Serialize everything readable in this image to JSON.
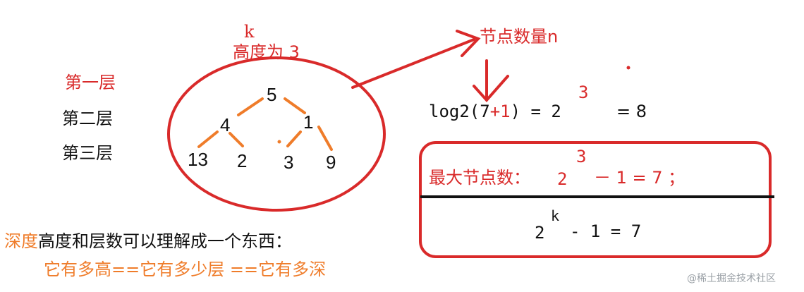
{
  "labels": {
    "k": "k",
    "height": "高度为 3",
    "nodes_count": "节点数量n",
    "layer1": "第一层",
    "layer2": "第二层",
    "layer3": "第三层"
  },
  "tree": {
    "root": "5",
    "level2": [
      "4",
      "1"
    ],
    "level3": [
      "13",
      "2",
      "3",
      "9"
    ]
  },
  "formula": {
    "log_prefix": "log2(7",
    "log_plus": "+1",
    "log_suffix": ") = 2",
    "exp": "3",
    "result": "= 8"
  },
  "box": {
    "max_label": "最大节点数：",
    "base": "2",
    "exp": "3",
    "tail": "－ 1 = 7 ；",
    "general_base": "2",
    "general_exp": "k",
    "general_tail": "- 1 = 7"
  },
  "note": {
    "depth_word": "深度",
    "line1_rest": "高度和层数可以理解成一个东西：",
    "line2": "它有多高==它有多少层 ==它有多深"
  },
  "watermark": "@稀土掘金技术社区",
  "colors": {
    "red": "#d92a2a",
    "orange": "#ef7c2a",
    "black": "#111111"
  }
}
